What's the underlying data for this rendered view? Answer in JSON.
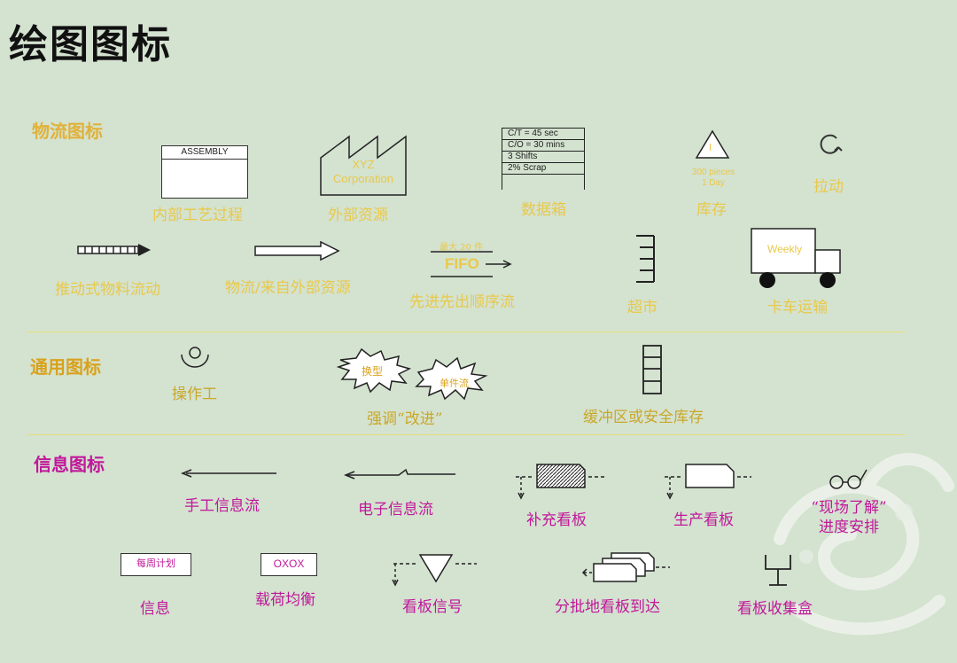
{
  "title": "绘图图标",
  "sections": {
    "logistics": "物流图标",
    "general": "通用图标",
    "info": "信息图标"
  },
  "logistics": {
    "assembly_box": "ASSEMBLY",
    "assembly_label": "内部工艺过程",
    "factory_text_1": "XYZ",
    "factory_text_2": "Corporation",
    "factory_label": "外部资源",
    "data_box": [
      "C/T = 45 sec",
      "C/O = 30 mins",
      "3 Shifts",
      "2% Scrap"
    ],
    "data_label": "数据箱",
    "inventory_mark": "I",
    "inventory_qty_1": "300 pieces",
    "inventory_qty_2": "1 Day",
    "inventory_label": "库存",
    "pull_label": "拉动",
    "push_label": "推动式物料流动",
    "shipment_label": "物流/来自外部资源",
    "fifo_top": "最大 20 件",
    "fifo_text": "FIFO",
    "fifo_label": "先进先出顺序流",
    "supermarket_label": "超市",
    "truck_text": "Weekly",
    "truck_label": "卡车运输"
  },
  "general": {
    "operator_label": "操作工",
    "kaizen_1": "换型",
    "kaizen_2": "单件流",
    "kaizen_label": "强调“改进”",
    "buffer_label": "缓冲区或安全库存"
  },
  "info": {
    "manual_label": "手工信息流",
    "electronic_label": "电子信息流",
    "withdrawal_label": "补充看板",
    "production_label": "生产看板",
    "goandsee_label_1": "“现场了解”",
    "goandsee_label_2": "进度安排",
    "info_box": "每周计划",
    "info_label": "信息",
    "leveling_box": "OXOX",
    "leveling_label": "载荷均衡",
    "signal_label": "看板信号",
    "batch_label": "分批地看板到达",
    "post_label": "看板收集盒"
  },
  "colors": {
    "background": "#d4e2d0",
    "yellow_label": "#e8c94a",
    "section_orange": "#d9a21c",
    "magenta": "#c0189a",
    "divider": "#e7e07a"
  }
}
